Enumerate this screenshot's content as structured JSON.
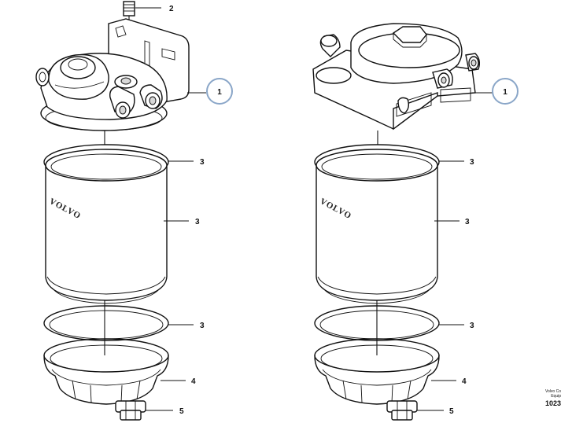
{
  "callouts": {
    "left": [
      {
        "id": "1",
        "label": "1",
        "highlighted": true
      },
      {
        "id": "2",
        "label": "2",
        "highlighted": false
      },
      {
        "id": "3a",
        "label": "3",
        "highlighted": false
      },
      {
        "id": "3b",
        "label": "3",
        "highlighted": false
      },
      {
        "id": "3c",
        "label": "3",
        "highlighted": false
      },
      {
        "id": "4",
        "label": "4",
        "highlighted": false
      },
      {
        "id": "5",
        "label": "5",
        "highlighted": false
      }
    ],
    "right": [
      {
        "id": "1",
        "label": "1",
        "highlighted": true
      },
      {
        "id": "3a",
        "label": "3",
        "highlighted": false
      },
      {
        "id": "3b",
        "label": "3",
        "highlighted": false
      },
      {
        "id": "3c",
        "label": "3",
        "highlighted": false
      },
      {
        "id": "4",
        "label": "4",
        "highlighted": false
      },
      {
        "id": "5",
        "label": "5",
        "highlighted": false
      }
    ]
  },
  "brand": {
    "left_bowl_text": "VOLVO",
    "right_bowl_text": "VOLVO"
  },
  "footer": {
    "line1": "Volvo Co",
    "line2": "Equip",
    "line3": "1023"
  },
  "colors": {
    "line": "#111111",
    "highlight_ring": "#8aa6c8",
    "background": "#ffffff"
  }
}
